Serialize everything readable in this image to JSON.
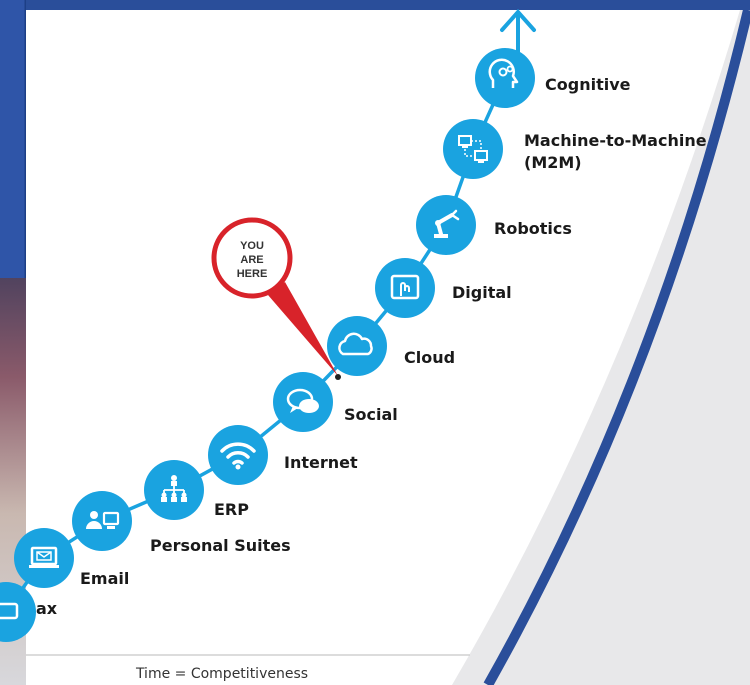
{
  "stages": [
    {
      "label": "ax",
      "icon": "fax-icon"
    },
    {
      "label": "Email",
      "icon": "laptop-email-icon"
    },
    {
      "label": "Personal Suites",
      "icon": "person-computer-icon"
    },
    {
      "label": "ERP",
      "icon": "org-chart-icon"
    },
    {
      "label": "Internet",
      "icon": "wifi-icon"
    },
    {
      "label": "Social",
      "icon": "chat-bubbles-icon"
    },
    {
      "label": "Cloud",
      "icon": "cloud-icon"
    },
    {
      "label": "Digital",
      "icon": "touch-tablet-icon"
    },
    {
      "label": "Robotics",
      "icon": "robot-arm-icon"
    },
    {
      "label": "Machine-to-Machine",
      "label2": "(M2M)",
      "icon": "m2m-network-icon"
    },
    {
      "label": "Cognitive",
      "icon": "brain-gears-icon"
    }
  ],
  "callout": {
    "lines": [
      "YOU",
      "ARE",
      "HERE"
    ],
    "color": "#d8232a"
  },
  "footer": "Time = Competitiveness",
  "colors": {
    "accent": "#1aa3e0",
    "border": "#2a4e9a",
    "panel": "#ffffff",
    "bg_right": "#e8e8ea"
  }
}
